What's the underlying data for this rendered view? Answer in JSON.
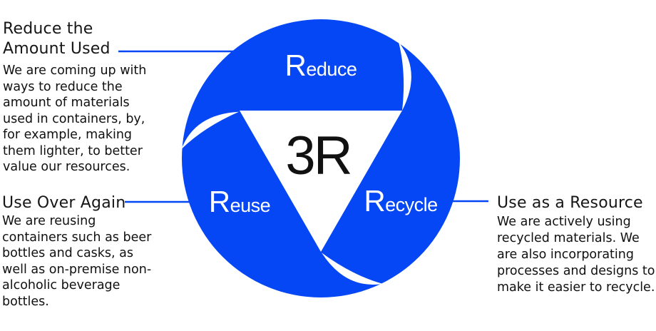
{
  "colors": {
    "blue": "#0546F5",
    "text": "#161616",
    "label_white": "#ffffff",
    "center_text": "#111111"
  },
  "diagram": {
    "center_label": "3R",
    "segments": [
      {
        "name": "reduce",
        "initial": "R",
        "rest": "educe"
      },
      {
        "name": "reuse",
        "initial": "R",
        "rest": "euse"
      },
      {
        "name": "recycle",
        "initial": "R",
        "rest": "ecycle"
      }
    ]
  },
  "annotations": {
    "reduce": {
      "heading_lines": [
        "Reduce the",
        "Amount Used"
      ],
      "body_lines": [
        "We are coming up with",
        "ways to reduce the",
        "amount of materials",
        "used in containers, by,",
        "for example, making",
        "them lighter, to better",
        "value our resources."
      ]
    },
    "reuse": {
      "heading": "Use Over Again",
      "body_lines": [
        "We are reusing",
        "containers such as beer",
        "bottles and casks, as",
        "well as on-premise non-",
        "alcoholic beverage",
        "bottles."
      ]
    },
    "recycle": {
      "heading": "Use as a Resource",
      "body_lines": [
        "We are actively using",
        "recycled materials. We",
        "are also incorporating",
        "processes and designs to",
        "make it easier to recycle."
      ]
    }
  }
}
